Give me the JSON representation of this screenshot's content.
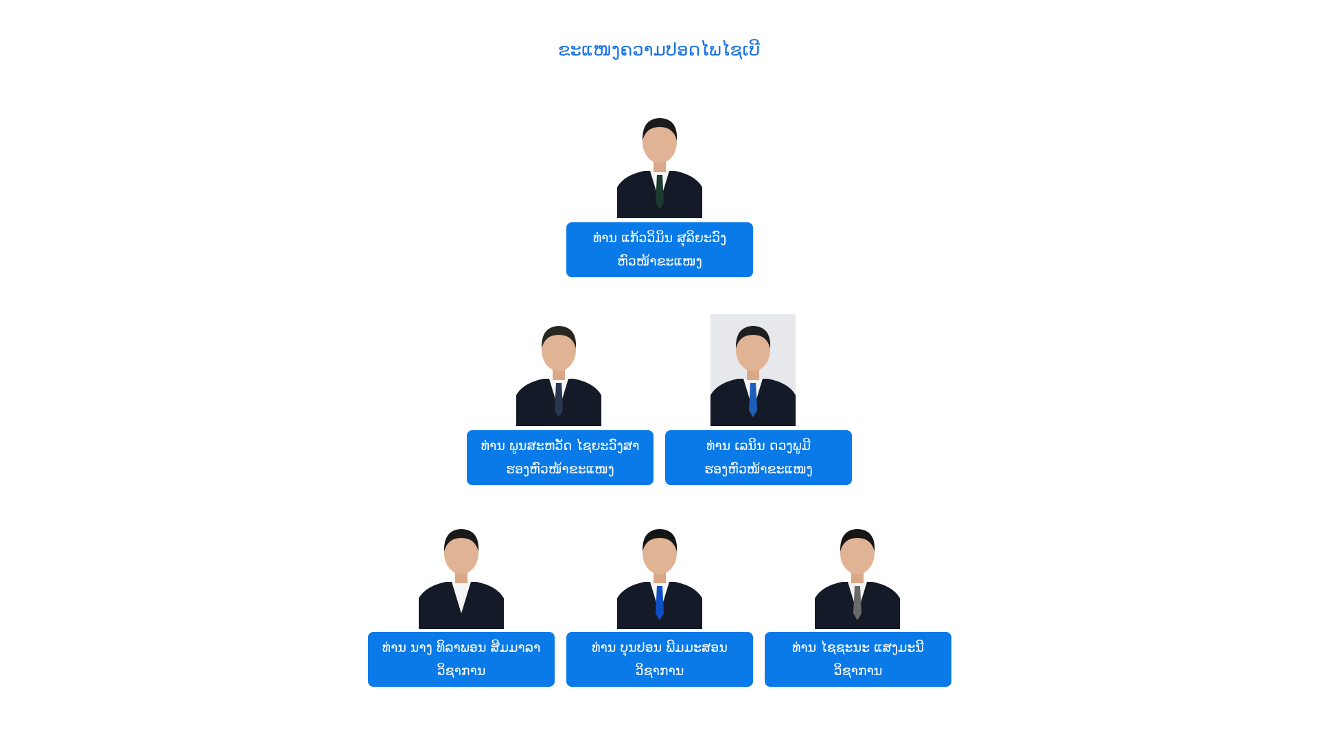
{
  "title": "ຂະແໜງຄວາມປອດໄພໄຊເບີ",
  "colors": {
    "accent": "#0a7ae8",
    "title": "#1a73e8"
  },
  "members": [
    {
      "name": "ທ່ານ ແກ້ວວິມິນ ສຸລິຍະວົງ",
      "role": "ຫົວໜ້າຂະແໜງ"
    },
    {
      "name": "ທ່ານ ພູນສະຫວັດ ໄຊຍະວົງສາ",
      "role": "ຮອງຫົວໜ້າຂະແໜງ"
    },
    {
      "name": "ທ່ານ ເລນິນ ດວງພູມີ",
      "role": "ຮອງຫົວໜ້າຂະແໜງ"
    },
    {
      "name": "ທ່ານ ນາງ ທິລາພອນ ສີມມາລາ",
      "role": "ວິຊາການ"
    },
    {
      "name": "ທ່ານ ບຸນປອນ ພີມມະສອນ",
      "role": "ວິຊາການ"
    },
    {
      "name": "ທ່ານ ໄຊຊະນະ ແສງມະນີ",
      "role": "ວິຊາການ"
    }
  ]
}
